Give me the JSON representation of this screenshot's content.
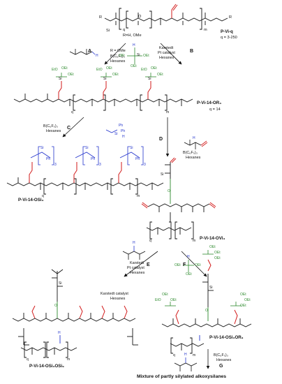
{
  "colors": {
    "vinyl_bond": "#d21a1a",
    "oxygen_green": "#2e8b2e",
    "hydride_blue": "#2233cc",
    "ink": "#111111"
  },
  "top": {
    "substituent_note": "R=H, OMe",
    "polymer_label": "P-Vi-q",
    "q_range": "q = 3-250",
    "r_left": "R",
    "r_right": "R"
  },
  "steps": {
    "A": {
      "letter": "A",
      "cond1": "R = OMe",
      "cond2": "B(C₆F₅)₃",
      "cond3": "Hexanes"
    },
    "B": {
      "letter": "B",
      "cond1": "Karstedt",
      "cond2": "Pt catalyst",
      "cond3": "Hexanes"
    },
    "C": {
      "letter": "C",
      "cond1": "B(C₆F₅)₃",
      "cond2": "Hexanes"
    },
    "D": {
      "letter": "D",
      "cond1": "B(C₆F₅)₃",
      "cond2": "Hexanes"
    },
    "E": {
      "letter": "E",
      "cond1": "Karstedt",
      "cond2": "Pt catalyst",
      "cond3": "Hexanes"
    },
    "F": {
      "letter": "F",
      "cond1": "Karstedt catalyst",
      "cond2": "Hexanes"
    },
    "G": {
      "letter": "G",
      "cond1": "B(C₆F₅)₃",
      "cond2": "Hexanes"
    }
  },
  "reagents": {
    "triethoxysilane": {
      "h": "H",
      "si": "Si",
      "oet1": "OEt",
      "oet2": "OEt",
      "oet3": "OEt"
    },
    "diphenylsilane": {
      "ph1": "Ph",
      "ph2": "Ph",
      "si": "Si",
      "h": "H"
    },
    "vinyl_disiloxane": {
      "si1": "Si",
      "o": "O",
      "si2": "Si",
      "h": "H"
    },
    "hydride_disiloxane": {
      "h": "H",
      "si1": "Si",
      "o": "O",
      "si2": "Si"
    }
  },
  "compounds": {
    "p_vi_14_or3": {
      "label": "P-Vi-14-OR₃",
      "q_note": "q = 14"
    },
    "p_vi_14_osi3": {
      "label": "P-Vi-14-OSi₃"
    },
    "p_vi_14_ovi3": {
      "label": "P-Vi-14-OVi₃"
    },
    "p_vi_14_osi3osi9": {
      "label": "P-Vi-14-OSi₃OSi₉"
    },
    "p_vi_14_osi3or9": {
      "label": "P-Vi-14-OSi₃OR₉"
    }
  },
  "atoms": {
    "si": "Si",
    "o": "O",
    "oet": "OEt",
    "eto": "EtO",
    "ph": "Ph",
    "q": "q",
    "m": "m",
    "three": "3"
  },
  "final_text": "Mixture of partly silylated alkoxysilanes"
}
